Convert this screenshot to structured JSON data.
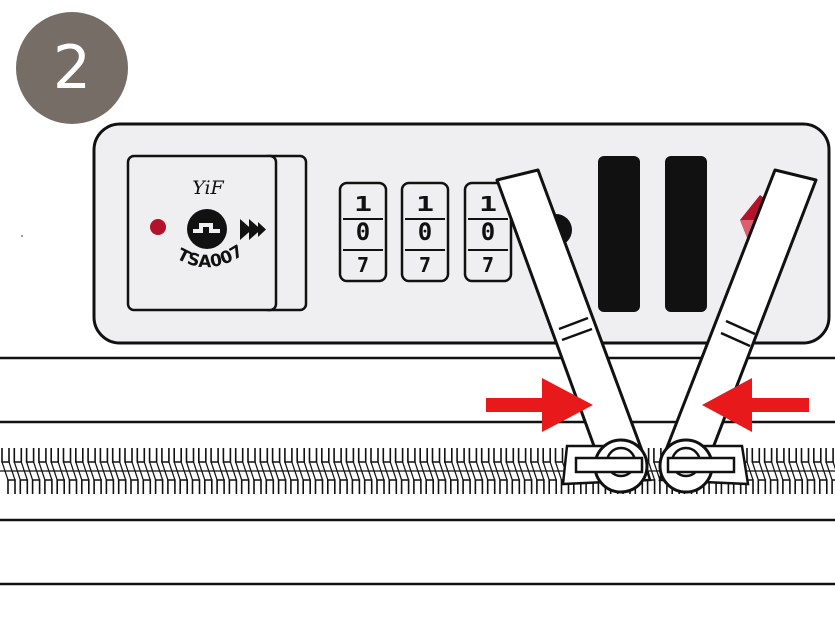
{
  "step": {
    "number": "2",
    "badge_color": "#766d67"
  },
  "lock": {
    "brand_label": "YiF",
    "tsa_label": "TSA007",
    "indicator_color": "#b3122a",
    "combination_wheels": [
      {
        "top_digit": "1",
        "middle_digit": "0",
        "bottom_digit": "7"
      },
      {
        "top_digit": "1",
        "middle_digit": "0",
        "bottom_digit": "7"
      },
      {
        "top_digit": "1",
        "middle_digit": "0",
        "bottom_digit": "7"
      }
    ]
  },
  "arrows": {
    "color": "#e8191b",
    "left_direction": "right",
    "right_direction": "left"
  },
  "colors": {
    "outline": "#111111",
    "lock_face": "#efeff1",
    "slots": "#111111"
  }
}
